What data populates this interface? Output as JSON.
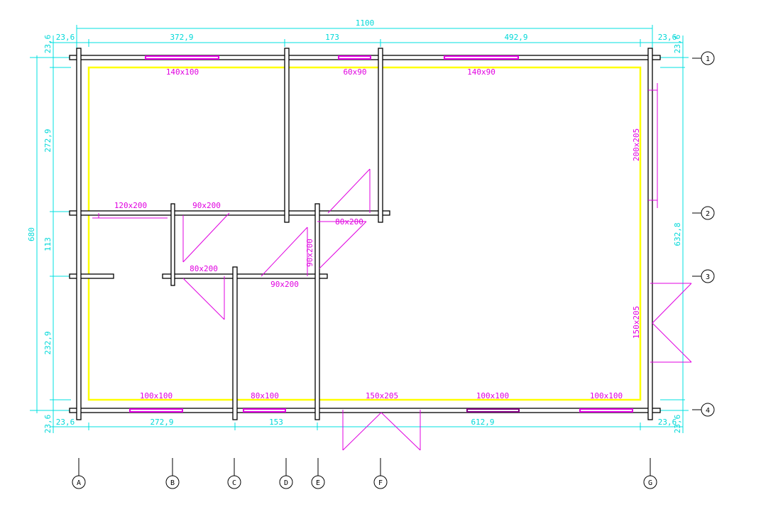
{
  "dimensions": {
    "total_width": "1100",
    "top": [
      "23,6",
      "372,9",
      "173",
      "492,9",
      "23,6"
    ],
    "bottom": [
      "23,6",
      "272,9",
      "153",
      "612,9",
      "23,6"
    ],
    "left_total": "680",
    "left": [
      "23,6",
      "272,9",
      "113",
      "232,9",
      "23,6"
    ],
    "right_total": "632,8",
    "right": [
      "23,6",
      "23,6"
    ]
  },
  "openings": {
    "top": [
      "140x100",
      "60x90",
      "140x90"
    ],
    "bottom": [
      "100x100",
      "80x100",
      "150x205",
      "100x100",
      "100x100"
    ],
    "right": [
      "200x205",
      "150x205"
    ],
    "interior": [
      "120x200",
      "90x200",
      "80x200",
      "90x200",
      "80x200",
      "90x200"
    ]
  },
  "axes": {
    "columns": [
      "A",
      "B",
      "C",
      "D",
      "E",
      "F",
      "G"
    ],
    "rows": [
      "1",
      "2",
      "3",
      "4"
    ]
  },
  "colors": {
    "dimension": "#00d8d8",
    "opening": "#e000e0",
    "inner_outline": "#ffff00",
    "wall": "#000000"
  }
}
